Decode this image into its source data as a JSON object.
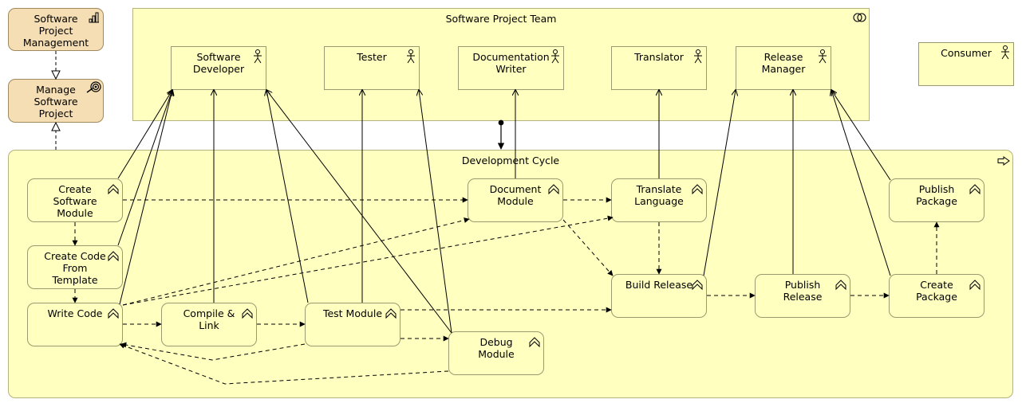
{
  "motivation": {
    "management": "Software\nProject\nManagement",
    "goal": "Manage\nSoftware\nProject"
  },
  "team": {
    "title": "Software Project Team",
    "actors": {
      "developer": "Software\nDeveloper",
      "tester": "Tester",
      "doc_writer": "Documentation\nWriter",
      "translator": "Translator",
      "release_manager": "Release\nManager"
    }
  },
  "consumer": "Consumer",
  "cycle": {
    "title": "Development Cycle",
    "processes": {
      "create_module": "Create\nSoftware\nModule",
      "create_code": "Create Code\nFrom\nTemplate",
      "write_code": "Write Code",
      "compile": "Compile &\nLink",
      "test": "Test Module",
      "debug": "Debug\nModule",
      "document": "Document\nModule",
      "translate": "Translate\nLanguage",
      "build": "Build Release",
      "publish_release": "Publish\nRelease",
      "create_package": "Create\nPackage",
      "publish_package": "Publish\nPackage"
    }
  },
  "colors": {
    "motivation_fill": "#f5deb3",
    "business_fill": "#ffffbf",
    "line": "#000000"
  }
}
